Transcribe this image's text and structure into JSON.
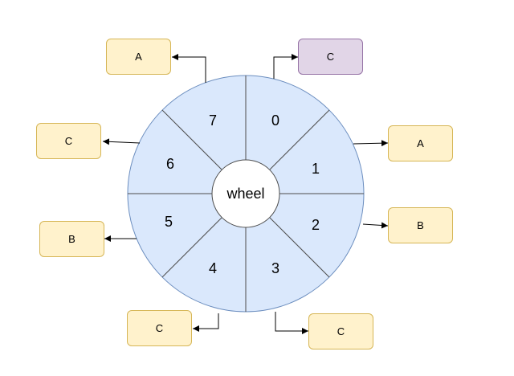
{
  "hub_label": "wheel",
  "segments": [
    "0",
    "1",
    "2",
    "3",
    "4",
    "5",
    "6",
    "7"
  ],
  "nodes": {
    "seg0": "C",
    "seg1": "A",
    "seg2": "B",
    "seg3": "C",
    "seg4": "C",
    "seg5": "B",
    "seg6": "C",
    "seg7": "A"
  },
  "colors": {
    "wheel_fill": "#dae8fc",
    "wheel_stroke": "#6c8ebf",
    "yellow_fill": "#fff2cc",
    "yellow_stroke": "#d6b656",
    "purple_fill": "#e1d5e7",
    "purple_stroke": "#9673a6"
  }
}
